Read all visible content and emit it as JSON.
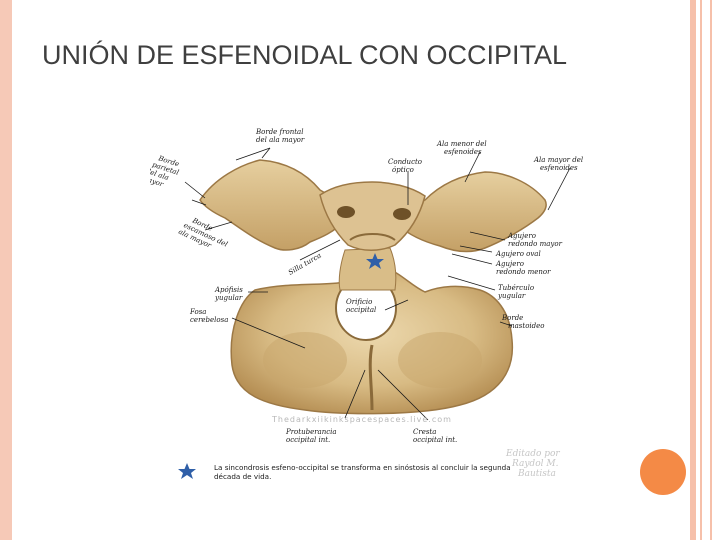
{
  "slide": {
    "title": "UNIÓN DE ESFENOIDAL CON OCCIPITAL"
  },
  "figure": {
    "labels": {
      "borde_frontal_1": "Borde frontal",
      "borde_frontal_2": "del ala mayor",
      "borde_parietal_1": "Borde",
      "borde_parietal_2": "parietal",
      "borde_parietal_3": "del ala",
      "borde_parietal_4": "mayor",
      "conducto_1": "Conducto",
      "conducto_2": "óptico",
      "ala_menor_1": "Ala menor del",
      "ala_menor_2": "esfenoides",
      "ala_mayor_1": "Ala mayor del",
      "ala_mayor_2": "esfenoides",
      "borde_escamoso_1": "Borde",
      "borde_escamoso_2": "escamoso del",
      "borde_escamoso_3": "ala mayor",
      "silla_turca": "Silla turca",
      "agujero_redondo_1": "Agujero",
      "agujero_redondo_2": "redondo mayor",
      "agujero_oval": "Agujero oval",
      "agujero_menor_1": "Agujero",
      "agujero_menor_2": "redondo menor",
      "apofisis_1": "Apófisis",
      "apofisis_2": "yugular",
      "tuberculo_1": "Tubérculo",
      "tuberculo_2": "yugular",
      "fosa_1": "Fosa",
      "fosa_2": "cerebelosa",
      "orificio_1": "Orificio",
      "orificio_2": "occipital",
      "borde_mastoideo_1": "Borde",
      "borde_mastoideo_2": "mastoideo",
      "protuberancia_1": "Protuberancia",
      "protuberancia_2": "occipital int.",
      "cresta_1": "Cresta",
      "cresta_2": "occipital int.",
      "watermark": "Thedarkxiikinkspacespaces.live.com",
      "editado_1": "Editado por",
      "editado_2": "Raydol M.",
      "editado_3": "Bautista"
    },
    "footnote_line1": "La sincondrosis esfeno-occipital se transforma en sinóstosis al concluir la segunda",
    "footnote_line2": "década de vida.",
    "colors": {
      "bone_light": "#e9d3a4",
      "bone_mid": "#d3b47a",
      "bone_dark": "#a17c45",
      "star": "#2f5fa8"
    }
  }
}
